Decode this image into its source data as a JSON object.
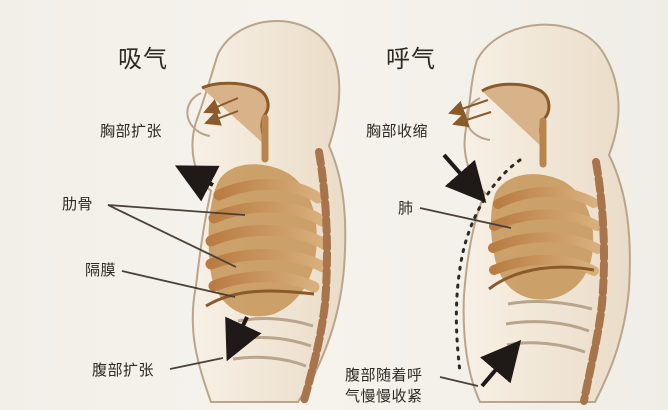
{
  "titles": {
    "inhale": "吸气",
    "exhale": "呼气"
  },
  "labels": {
    "chest_expand": "胸部扩张",
    "ribs": "肋骨",
    "diaphragm": "隔膜",
    "abdomen_expand": "腹部扩张",
    "chest_contract": "胸部收缩",
    "lung": "肺",
    "abdomen_contract_line1": "腹部随着呼",
    "abdomen_contract_line2": "气慢慢收紧"
  },
  "colors": {
    "background": "#f2efe9",
    "body_fill": "#f0e8da",
    "body_outline": "#b8a58b",
    "organ_fill": "#c99a5f",
    "organ_dark": "#8b5a2b",
    "arrow": "#1f1a17"
  }
}
